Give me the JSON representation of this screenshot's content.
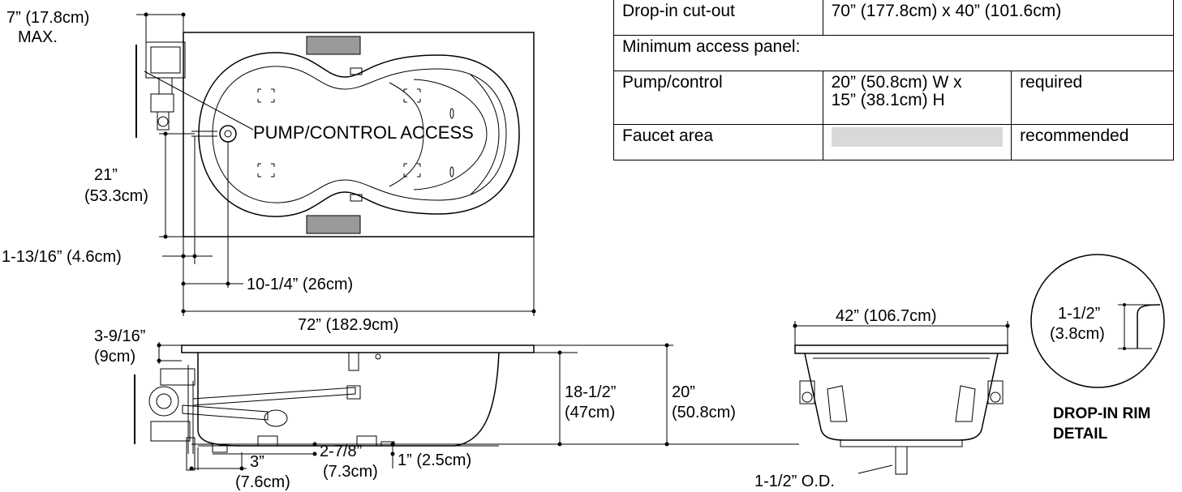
{
  "table": {
    "cutout_label": "Drop-in cut-out",
    "cutout_value": "70” (177.8cm) x 40” (101.6cm)",
    "access_header": "Minimum access panel:",
    "pump_label": "Pump/control",
    "pump_size_line1": "20” (50.8cm) W x",
    "pump_size_line2": "15” (38.1cm) H",
    "pump_note": "required",
    "faucet_label": "Faucet area",
    "faucet_size": "",
    "faucet_note": "recommended"
  },
  "plan": {
    "access_label": "PUMP/CONTROL ACCESS",
    "dim_max_line1": "7” (17.8cm)",
    "dim_max_line2": "MAX.",
    "dim_21_line1": "21”",
    "dim_21_line2": "(53.3cm)",
    "dim_1_13_16": "1-13/16” (4.6cm)",
    "dim_10_1_4": "10-1/4” (26cm)",
    "dim_72": "72” (182.9cm)"
  },
  "elevation": {
    "dim_3_9_16_line1": "3-9/16”",
    "dim_3_9_16_line2": "(9cm)",
    "dim_18_1_2_line1": "18-1/2”",
    "dim_18_1_2_line2": "(47cm)",
    "dim_20_line1": "20”",
    "dim_20_line2": "(50.8cm)",
    "dim_3_line1": "3”",
    "dim_3_line2": "(7.6cm)",
    "dim_2_7_8_line1": "2-7/8”",
    "dim_2_7_8_line2": "(7.3cm)",
    "dim_1": "1” (2.5cm)"
  },
  "end_view": {
    "dim_42": "42” (106.7cm)",
    "drain_od": "1-1/2” O.D."
  },
  "rim_detail": {
    "dim_line1": "1-1/2”",
    "dim_line2": "(3.8cm)",
    "title_line1": "DROP-IN RIM",
    "title_line2": "DETAIL"
  }
}
